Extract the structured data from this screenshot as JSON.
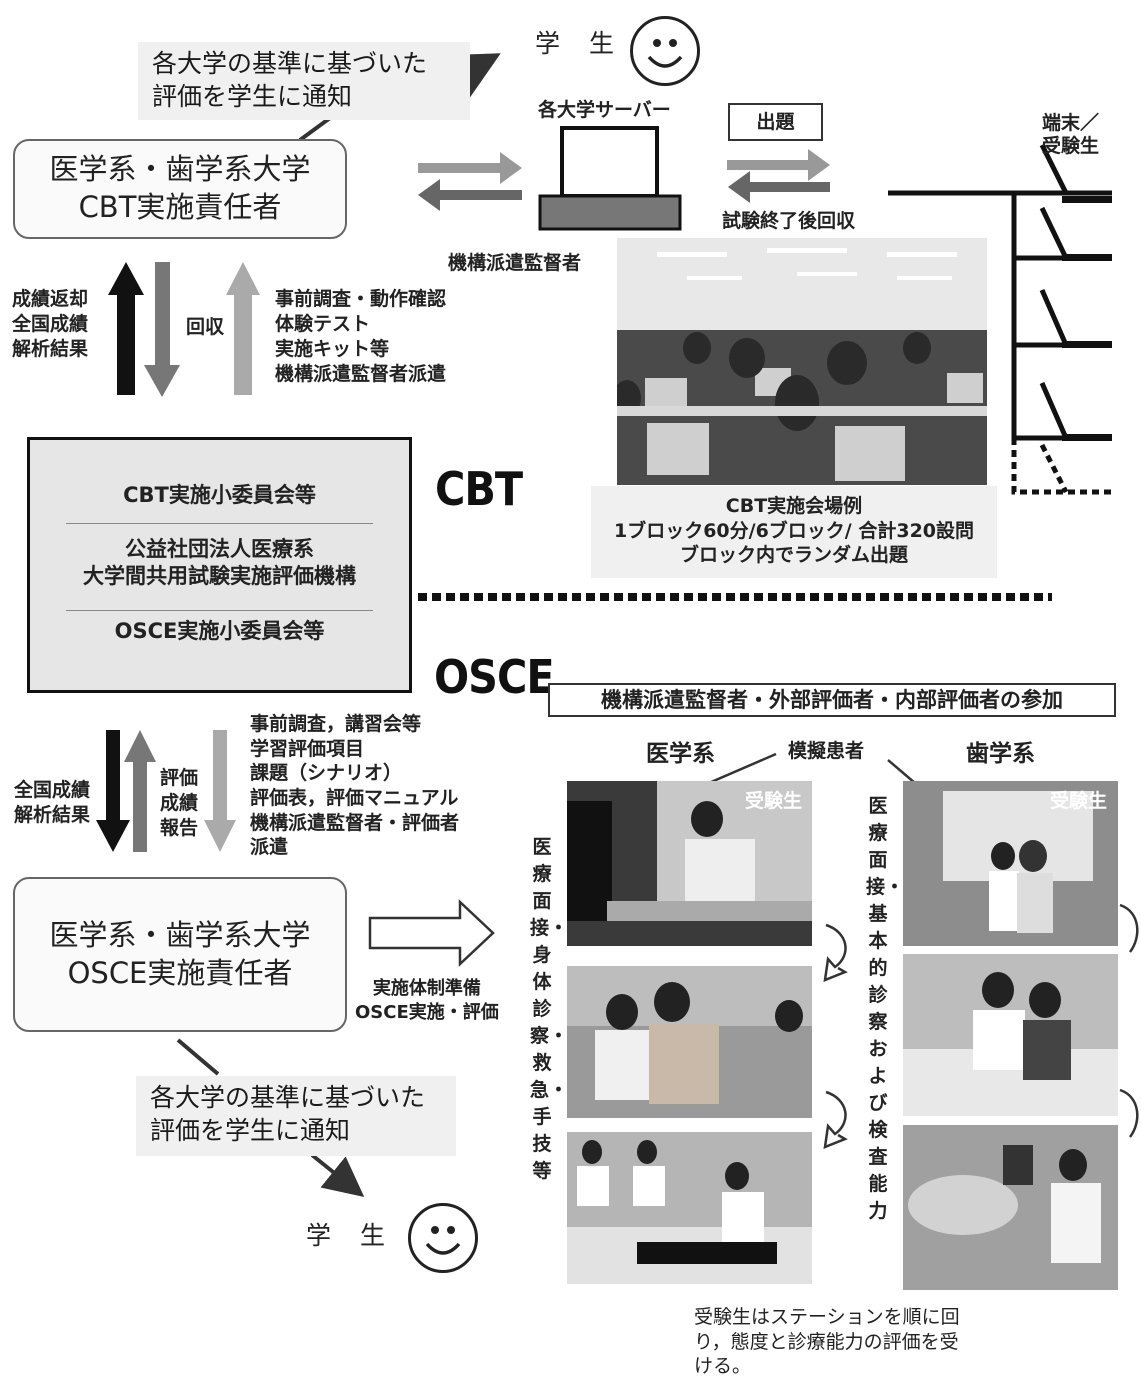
{
  "callouts": {
    "top": "各大学の基準に基づいた\n評価を学生に通知",
    "bottom": "各大学の基準に基づいた\n評価を学生に通知"
  },
  "student_top": "学　生",
  "student_bottom": "学　生",
  "cbt_univ_box": "医学系・歯学系大学\nCBT実施責任者",
  "osce_univ_box": "医学系・歯学系大学\nOSCE実施責任者",
  "server_label": "各大学サーバー",
  "exam_label": "出題",
  "collect_after_label": "試験終了後回収",
  "terminal_label": "端末／\n受験生",
  "proctor_label": "機構派遣監督者",
  "cbt_left_label": "成績返却\n全国成績\n解析結果",
  "cbt_mid_label": "回収",
  "cbt_right_label": "事前調査・動作確認\n体験テスト\n実施キット等\n機構派遣監督者派遣",
  "center_box": {
    "line1": "CBT実施小委員会等",
    "line2": "公益社団法人医療系\n大学間共用試験実施評価機構",
    "line3": "OSCE実施小委員会等"
  },
  "cbt_title": "CBT",
  "osce_title": "OSCE",
  "cbt_venue_caption": "CBT実施会場例\n1ブロック60分/6ブロック/ 合計320設問\nブロック内でランダム出題",
  "osce_participation": "機構派遣監督者・外部評価者・内部評価者の参加",
  "osce_left_label": "全国成績\n解析結果",
  "osce_mid_label": "評価\n成績\n報告",
  "osce_right_label": "事前調査，講習会等\n学習評価項目\n課題（シナリオ）\n評価表，評価マニュアル\n機構派遣監督者・評価者\n派遣",
  "osce_impl_label": "実施体制準備\nOSCE実施・評価",
  "medical_label": "医学系",
  "dental_label": "歯学系",
  "simulated_patient_label": "模擬患者",
  "examinee_tag_med": "受験生",
  "examinee_tag_dent": "受験生",
  "vertical_med": "医療面接・身体診察・救急・手技等",
  "vertical_dent": "医療面接・基本的診察および検査能力",
  "bottom_note": "受験生はステーションを順に回\nり，態度と診療能力の評価を受\nける。"
}
